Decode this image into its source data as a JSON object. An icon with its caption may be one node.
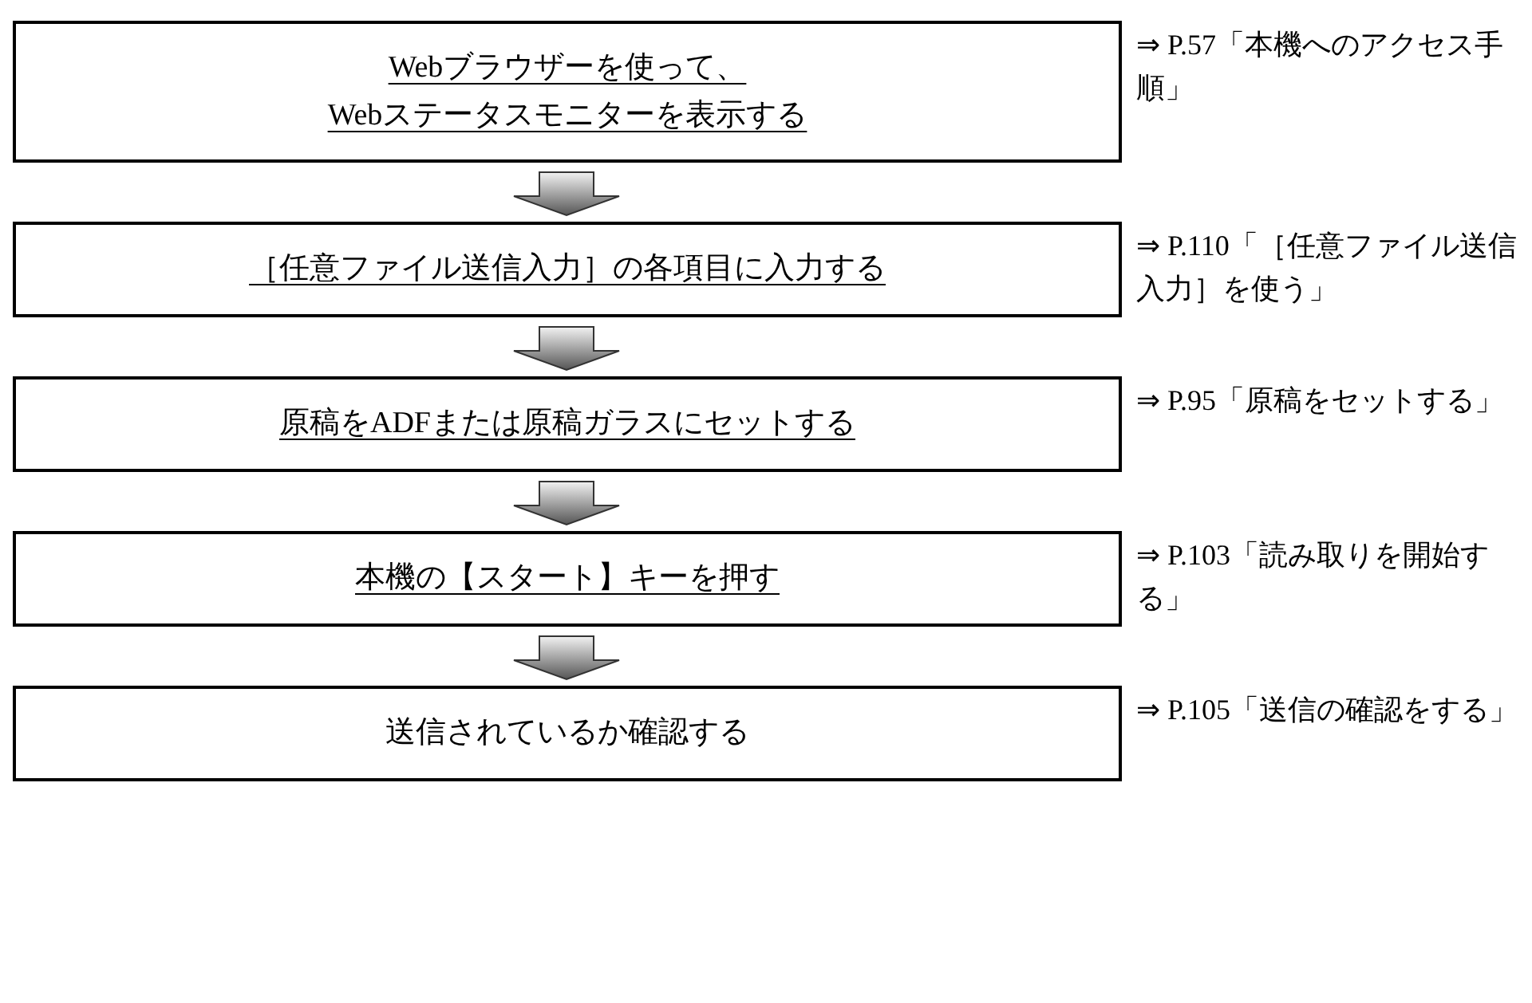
{
  "diagram": {
    "nodes": [
      {
        "text": [
          "Webブラウザーを使って、Webステータスモニターを表示する"
        ],
        "beside": [
          "⇒ P.57「本機へのアクセス手順」"
        ]
      },
      {
        "text": [
          "［任意ファイル送信入力］の各項目に入力する"
        ],
        "beside": [
          "⇒ P.110「［任意ファイル送信入力］を使う」"
        ]
      },
      {
        "text": [
          "原稿をADFまたは原稿ガラスにセットする"
        ],
        "beside": [
          "⇒ P.95「原稿をセットする」"
        ]
      },
      {
        "text": [
          "本機の【スタート】キーを押す"
        ],
        "beside": [
          "⇒ P.103「読み取りを開始する」"
        ]
      },
      {
        "text": [
          "送信されているか確認する"
        ],
        "beside": [
          "⇒ P.105「送信の確認をする」"
        ]
      }
    ],
    "edges": [
      {
        "from": 0,
        "to": 1,
        "arrow": "to"
      },
      {
        "from": 1,
        "to": 2,
        "arrow": "to"
      },
      {
        "from": 2,
        "to": 3,
        "arrow": "to"
      },
      {
        "from": 3,
        "to": 4,
        "arrow": "to"
      }
    ]
  }
}
